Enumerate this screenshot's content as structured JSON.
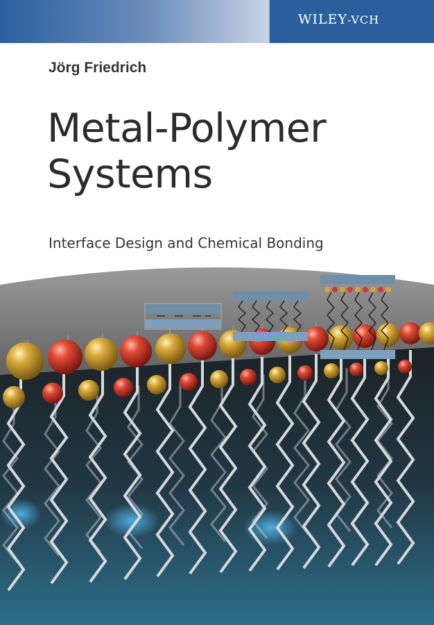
{
  "publisher": {
    "name": "WILEY",
    "suffix": "-VCH"
  },
  "book": {
    "author": "Jörg Friedrich",
    "title_line1": "Metal-Polymer",
    "title_line2": "Systems",
    "subtitle": "Interface Design and Chemical Bonding"
  },
  "colors": {
    "brand_blue": "#2a5f9e",
    "title_text": "#2b2b2b",
    "bead_red": "#d13a2c",
    "bead_gold": "#d4a63a",
    "substrate_blue": "#6f93b3"
  }
}
